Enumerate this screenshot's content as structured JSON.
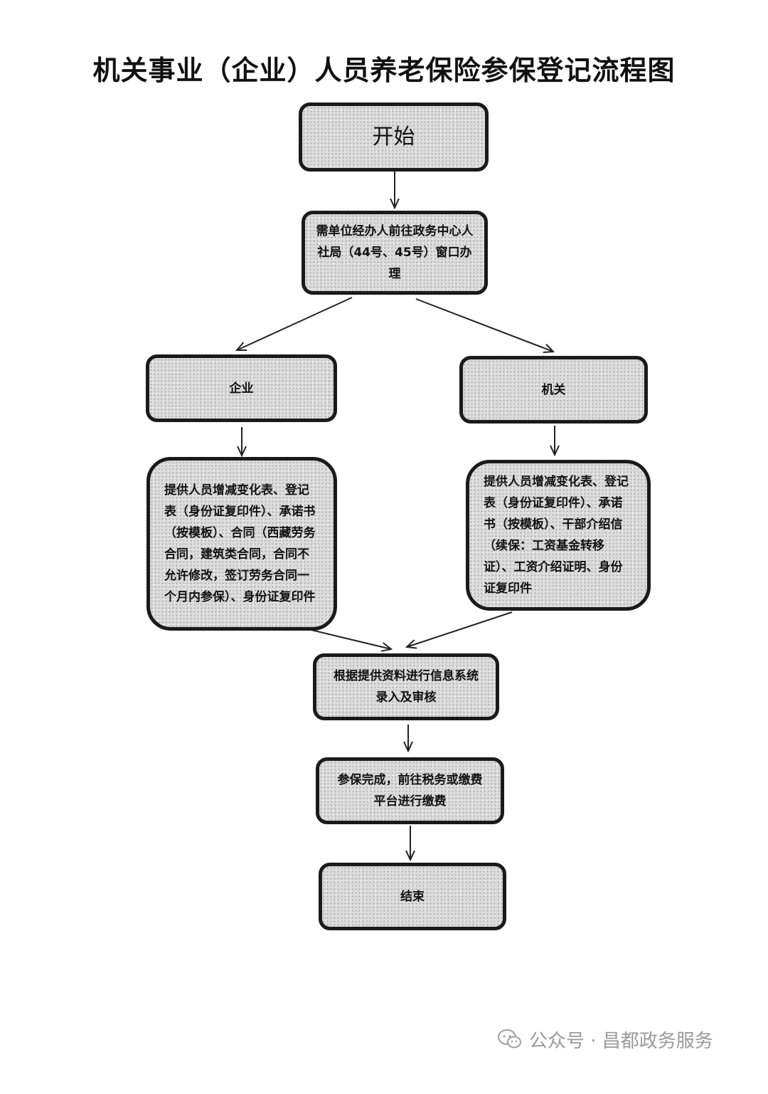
{
  "title": "机关事业（企业）人员养老保险参保登记流程图",
  "nodes": {
    "start": "开始",
    "window": "需单位经办人前往政务中心人社局（44号、45号）窗口办理",
    "enterprise": "企业",
    "organ": "机关",
    "enterprise_docs": "提供人员增减变化表、登记表（身份证复印件）、承诺书（按模板）、合同（西藏劳务合同，建筑类合同，合同不允许修改，签订劳务合同一个月内参保）、身份证复印件",
    "organ_docs": "提供人员增减变化表、登记表（身份证复印件）、承诺书（按模板）、干部介绍信（续保：工资基金转移证）、工资介绍证明、身份证复印件",
    "review": "根据提供资料进行信息系统录入及审核",
    "payment": "参保完成，前往税务或缴费平台进行缴费",
    "end": "结束"
  },
  "watermark": {
    "text": "公众号 · 昌都政务服务",
    "icon": "wechat-icon"
  }
}
